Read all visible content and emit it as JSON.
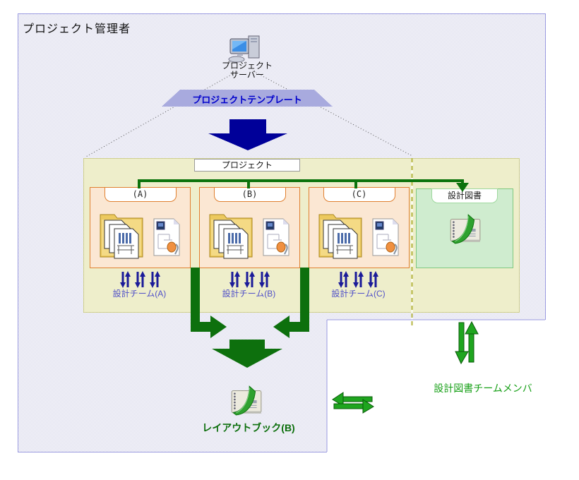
{
  "title": "プロジェクト管理者",
  "server": {
    "icon": "computer-icon",
    "label_line1": "プロジェクト",
    "label_line2": "サーバー"
  },
  "template_banner": {
    "label": "プロジェクトテンプレート"
  },
  "project_box": {
    "label": "プロジェクト",
    "teams": [
      {
        "tab": "(A)",
        "team_label": "設計チーム(A)",
        "icons": [
          "folder-documents-icon",
          "drawing-file-icon",
          "sync-arrows-icon"
        ]
      },
      {
        "tab": "(B)",
        "team_label": "設計チーム(B)",
        "icons": [
          "folder-documents-icon",
          "drawing-file-icon",
          "sync-arrows-icon"
        ]
      },
      {
        "tab": "(C)",
        "team_label": "設計チーム(C)",
        "icons": [
          "folder-documents-icon",
          "drawing-file-icon",
          "sync-arrows-icon"
        ]
      }
    ],
    "design_docs": {
      "tab": "設計図書",
      "icon": "layout-book-icon"
    }
  },
  "layout_book": {
    "label": "レイアウトブック(B)",
    "icon": "layout-book-icon"
  },
  "member": {
    "label": "設計図書チームメンバ"
  },
  "colors": {
    "navy_arrow": "#000099",
    "dark_green_arrow": "#0d700d",
    "bright_green": "#1fa51f",
    "banner_fill": "#a8aade",
    "banner_text": "#0000cc",
    "team_text": "#5050c8",
    "olive_line": "#b5b542",
    "orange_border": "#e08030",
    "orange_fill": "#fbe7d3",
    "yellow_fill": "#eeeecb",
    "green_fill": "#cfeccf",
    "region_border": "#9a9ae0"
  }
}
